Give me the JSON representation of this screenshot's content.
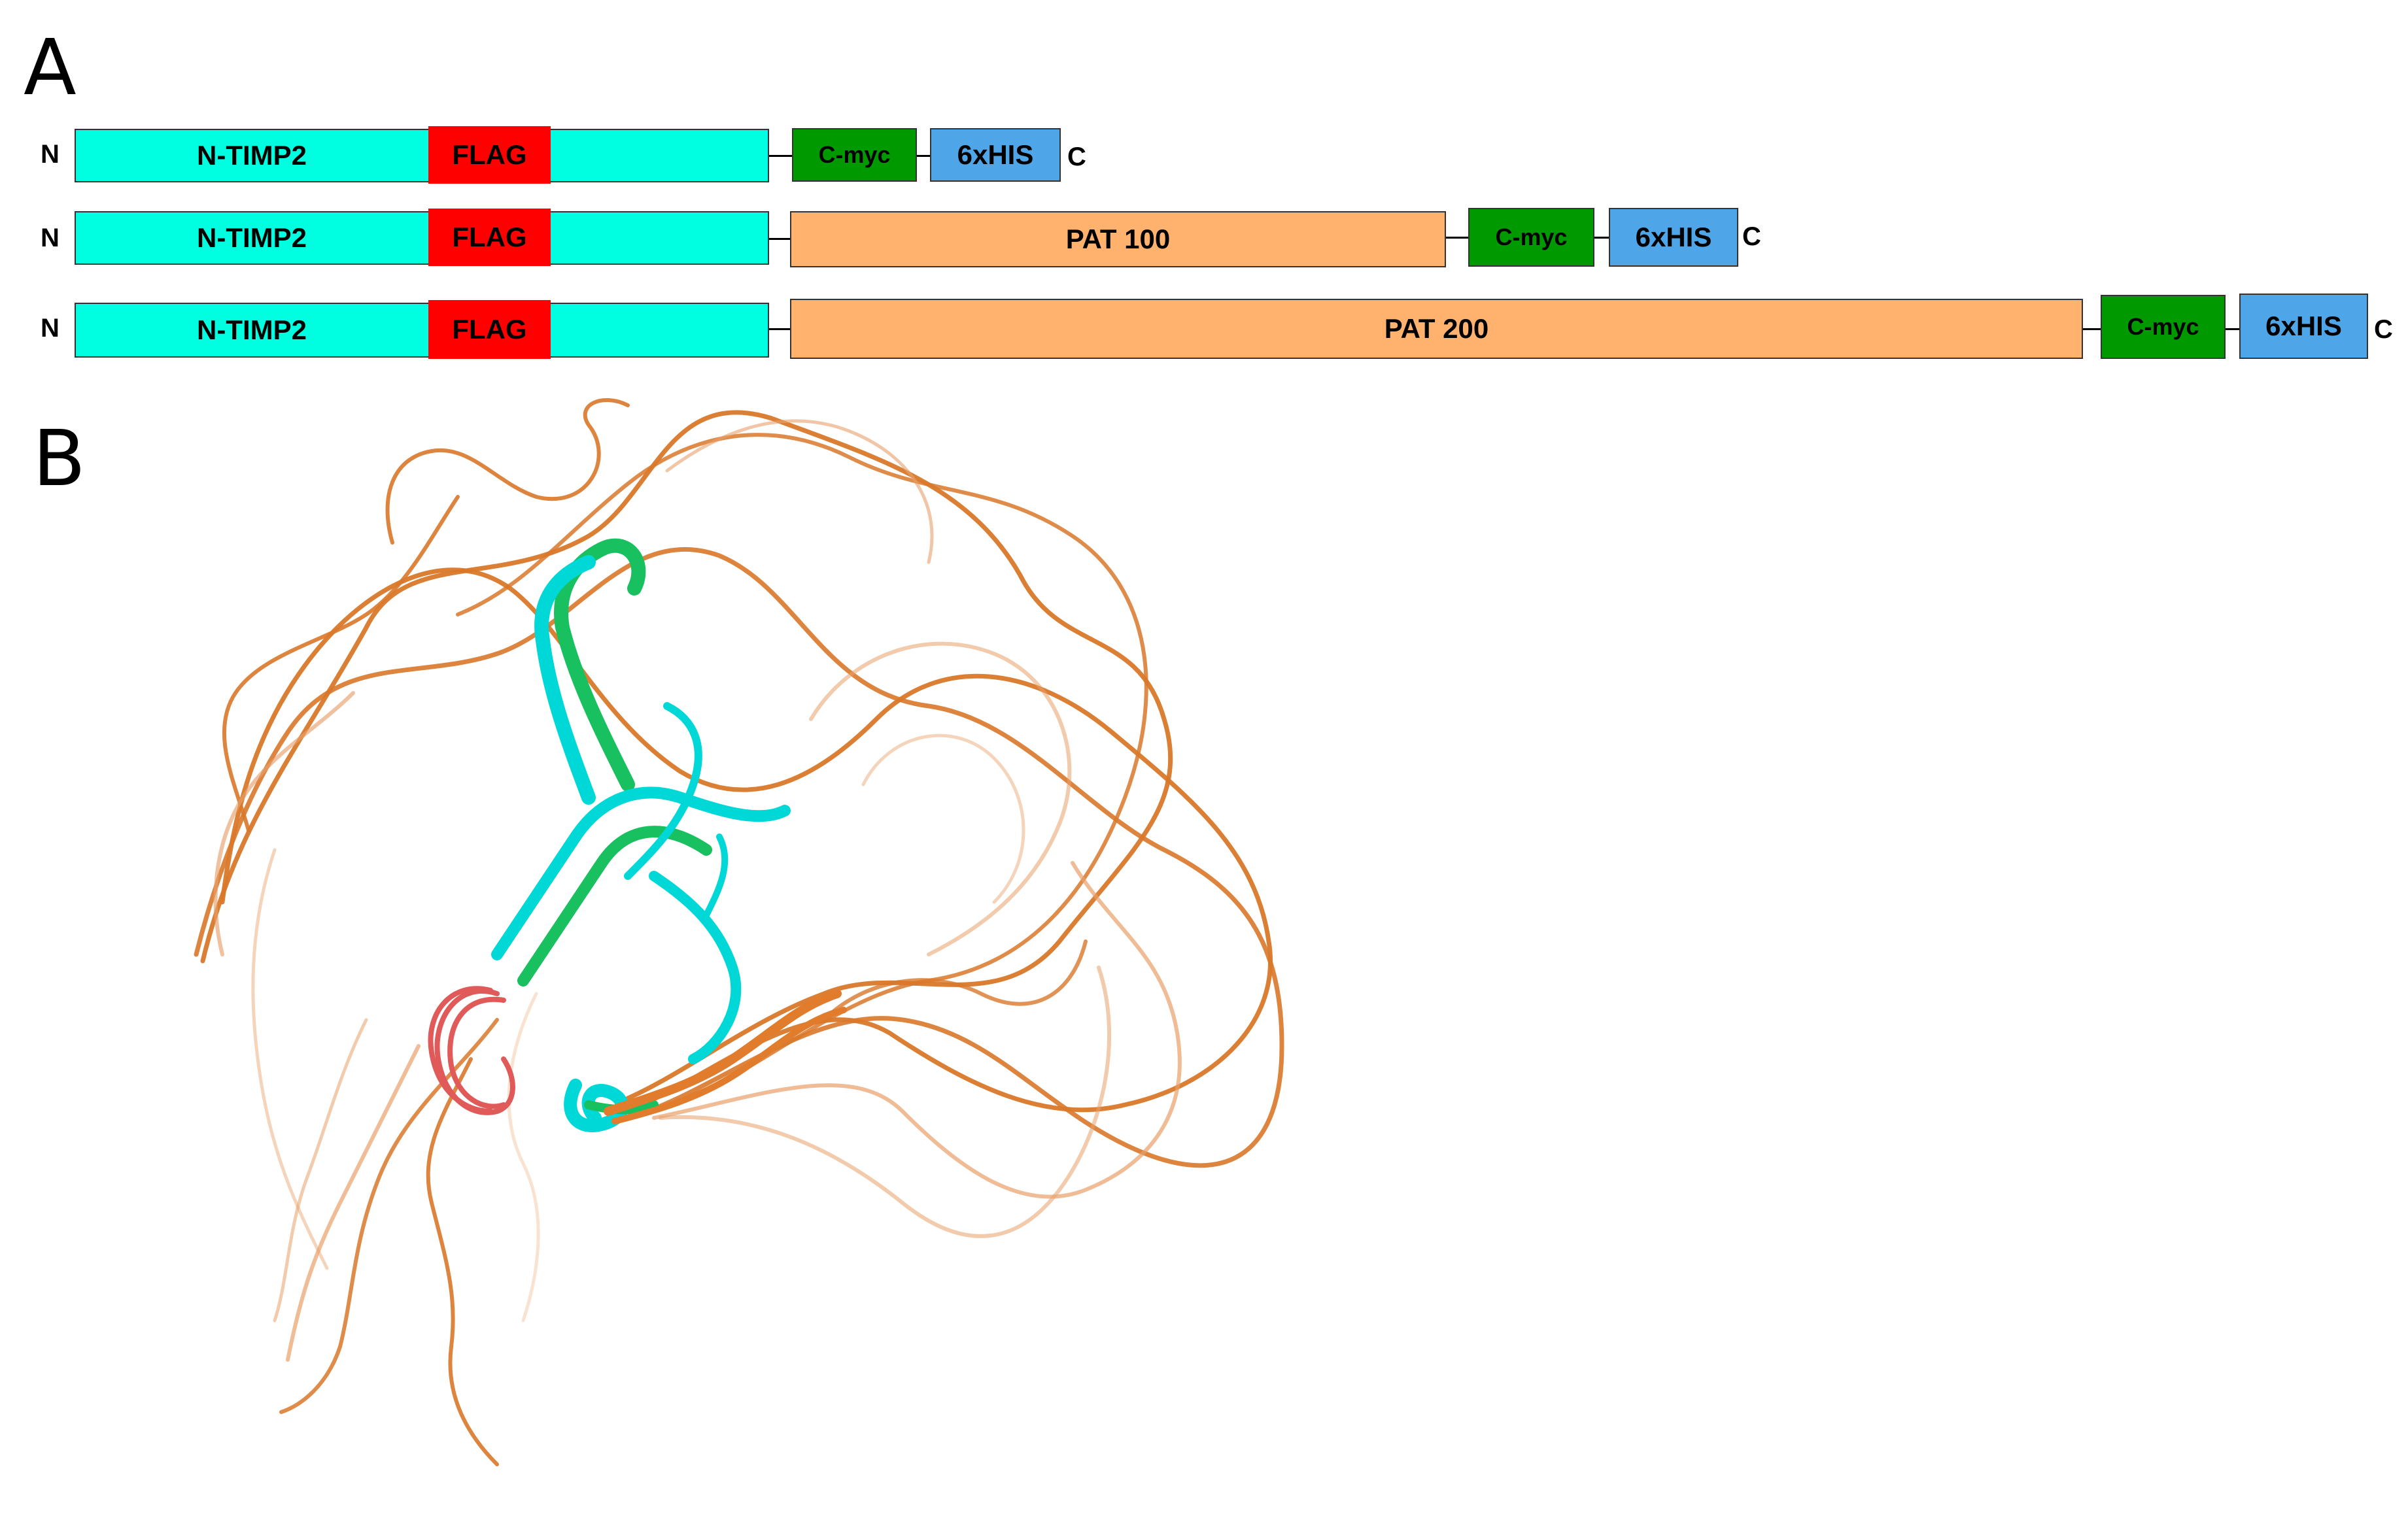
{
  "panels": {
    "a": "A",
    "b": "B"
  },
  "constructs": [
    {
      "n_label": "N",
      "c_label": "C",
      "domains": {
        "ntimp2": "N-TIMP2",
        "flag": "FLAG",
        "cmyc": "C-myc",
        "his": "6xHIS"
      }
    },
    {
      "n_label": "N",
      "c_label": "C",
      "domains": {
        "ntimp2": "N-TIMP2",
        "flag": "FLAG",
        "pat": "PAT 100",
        "cmyc": "C-myc",
        "his": "6xHIS"
      }
    },
    {
      "n_label": "N",
      "c_label": "C",
      "domains": {
        "ntimp2": "N-TIMP2",
        "flag": "FLAG",
        "pat": "PAT 200",
        "cmyc": "C-myc",
        "his": "6xHIS"
      }
    }
  ],
  "colors": {
    "ntimp2": "#00ffe0",
    "flag": "#ff0000",
    "pat": "#ffb26e",
    "cmyc": "#009900",
    "his": "#4ea6e8",
    "pat_coil": "#d9782a",
    "timp_ribbon": "#00d8d8",
    "timp_ribbon_alt": "#19c060",
    "flag_loop": "#e05a5a"
  }
}
